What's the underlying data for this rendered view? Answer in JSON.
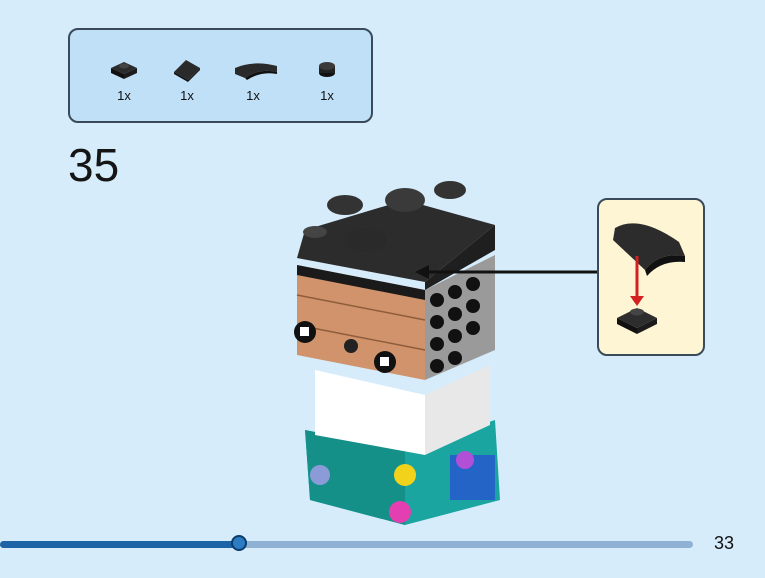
{
  "parts": [
    {
      "icon": "round-plate-1x1-icon",
      "qty": "1x"
    },
    {
      "icon": "slope-tile-icon",
      "qty": "1x"
    },
    {
      "icon": "curved-slope-icon",
      "qty": "1x"
    },
    {
      "icon": "round-stud-icon",
      "qty": "1x"
    }
  ],
  "step": {
    "number": "35"
  },
  "page": {
    "number": "33",
    "progress": 0.345
  },
  "colors": {
    "background": "#d6ecfb",
    "parts_box": "#bfe0f7",
    "callout": "#fdf5d4",
    "progress": "#1d64a6"
  }
}
